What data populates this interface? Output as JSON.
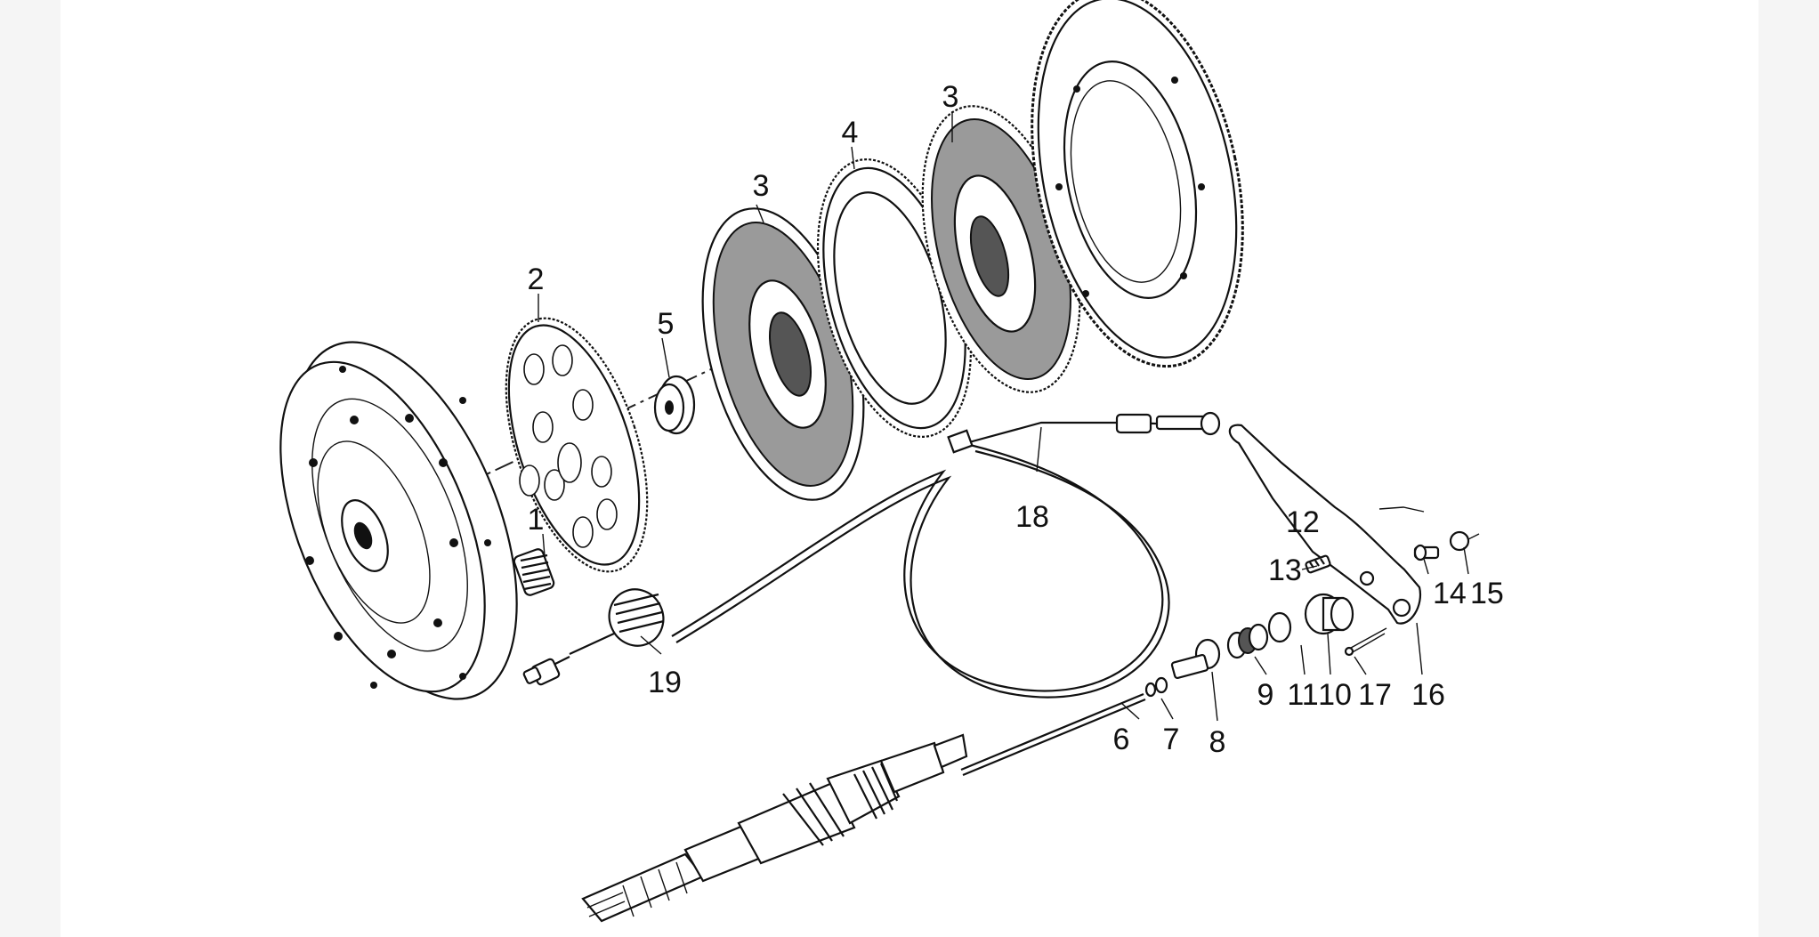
{
  "diagram": {
    "callouts": [
      {
        "id": "1",
        "text": "1"
      },
      {
        "id": "2",
        "text": "2"
      },
      {
        "id": "3a",
        "text": "3"
      },
      {
        "id": "3b",
        "text": "3"
      },
      {
        "id": "4",
        "text": "4"
      },
      {
        "id": "5",
        "text": "5"
      },
      {
        "id": "6",
        "text": "6"
      },
      {
        "id": "7",
        "text": "7"
      },
      {
        "id": "8",
        "text": "8"
      },
      {
        "id": "9",
        "text": "9"
      },
      {
        "id": "11",
        "text": "11"
      },
      {
        "id": "10",
        "text": "10"
      },
      {
        "id": "17",
        "text": "17"
      },
      {
        "id": "16",
        "text": "16"
      },
      {
        "id": "12",
        "text": "12"
      },
      {
        "id": "13",
        "text": "13"
      },
      {
        "id": "14",
        "text": "14"
      },
      {
        "id": "15",
        "text": "15"
      },
      {
        "id": "18",
        "text": "18"
      },
      {
        "id": "19",
        "text": "19"
      }
    ]
  }
}
